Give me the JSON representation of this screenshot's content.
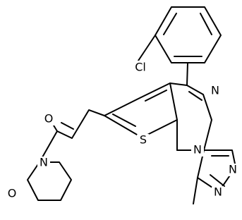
{
  "atom_labels": {
    "chlorine": "Cl",
    "oxygen_carbonyl": "O",
    "nitrogen_amide": "N",
    "oxygen_morpholine": "O",
    "sulfur": "S",
    "nitrogen_diazepine": "N",
    "nitrogen_fused": "N",
    "nitrogen_triazole_upper": "N",
    "nitrogen_triazole_lower": "N"
  }
}
